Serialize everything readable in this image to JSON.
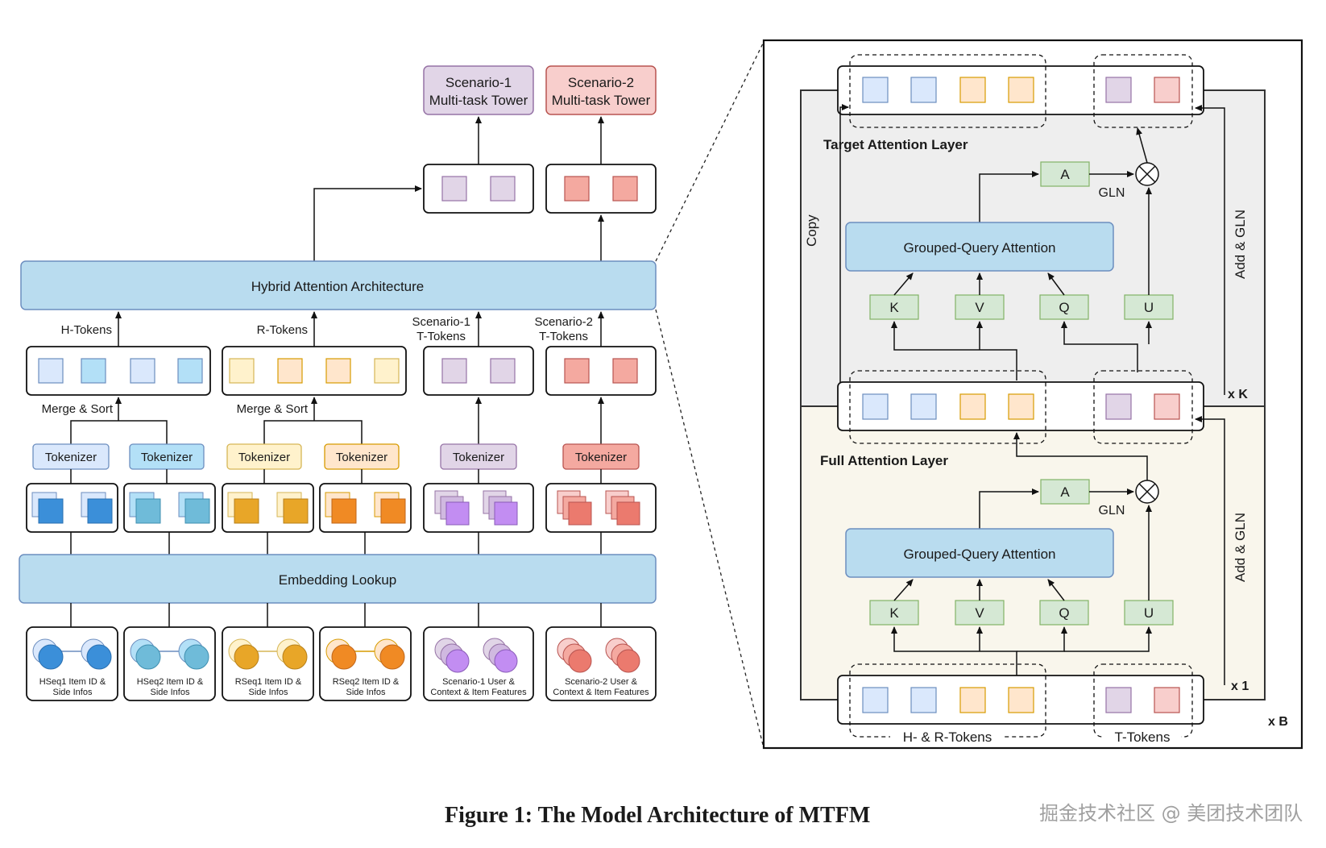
{
  "top": {
    "scenario1": [
      "Scenario-1",
      "Multi-task Tower"
    ],
    "scenario2": [
      "Scenario-2",
      "Multi-task Tower"
    ]
  },
  "hybrid": "Hybrid Attention Architecture",
  "embedding": "Embedding Lookup",
  "tokens": {
    "h": "H-Tokens",
    "r": "R-Tokens",
    "t1": [
      "Scenario-1",
      "T-Tokens"
    ],
    "t2": [
      "Scenario-2",
      "T-Tokens"
    ]
  },
  "merge_sort": "Merge & Sort",
  "tokenizer": "Tokenizer",
  "inputs": [
    [
      "HSeq1 Item ID &",
      "Side Infos"
    ],
    [
      "HSeq2 Item ID &",
      "Side Infos"
    ],
    [
      "RSeq1 Item ID &",
      "Side Infos"
    ],
    [
      "RSeq2 Item ID &",
      "Side Infos"
    ],
    [
      "Scenario-1 User &",
      "Context & Item Features"
    ],
    [
      "Scenario-2 User &",
      "Context & Item Features"
    ]
  ],
  "detail": {
    "target_layer": "Target Attention Layer",
    "full_layer": "Full Attention Layer",
    "gqa": "Grouped-Query Attention",
    "gln": "GLN",
    "copy": "Copy",
    "add_gln": "Add & GLN",
    "kvqu": [
      "K",
      "V",
      "Q",
      "U"
    ],
    "a": "A",
    "xk": "x K",
    "x1": "x 1",
    "xb": "x B",
    "hr_tokens": "H- & R-Tokens",
    "t_tokens": "T-Tokens"
  },
  "caption": "Figure 1: The Model Architecture of MTFM",
  "watermark": "掘金技术社区 @ 美团技术团队",
  "colors": {
    "blue_panel": "#b9dcef",
    "blue_light": "#dae8fc",
    "blue_sky": "#b3e0f7",
    "yellow_light": "#fff2cc",
    "orange_light": "#ffe6cc",
    "purple_light": "#e1d5e7",
    "red_light": "#f8cecc",
    "green_light": "#d5e8d4",
    "target_bg": "#eeeeee",
    "full_bg": "#f9f6ec"
  }
}
